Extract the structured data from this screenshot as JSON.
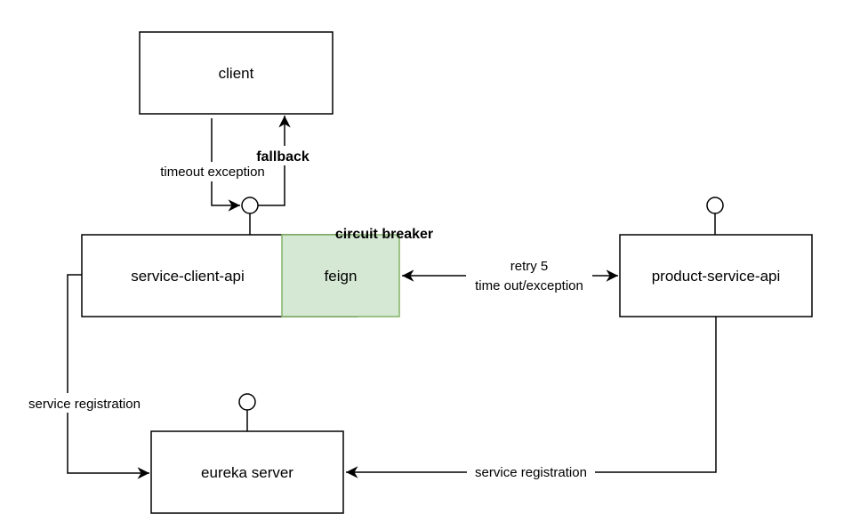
{
  "nodes": {
    "client": "client",
    "service_client_api": "service-client-api",
    "feign": "feign",
    "product_service_api": "product-service-api",
    "eureka_server": "eureka server"
  },
  "labels": {
    "circuit_breaker": "circuit breaker",
    "timeout_exception": "timeout exception",
    "fallback": "fallback",
    "retry_line1": "retry 5",
    "retry_line2": "time out/exception",
    "service_registration_left": "service registration",
    "service_registration_right": "service registration"
  },
  "colors": {
    "feign_fill": "#d5e8d4",
    "feign_stroke": "#82b366",
    "line": "#000000"
  }
}
